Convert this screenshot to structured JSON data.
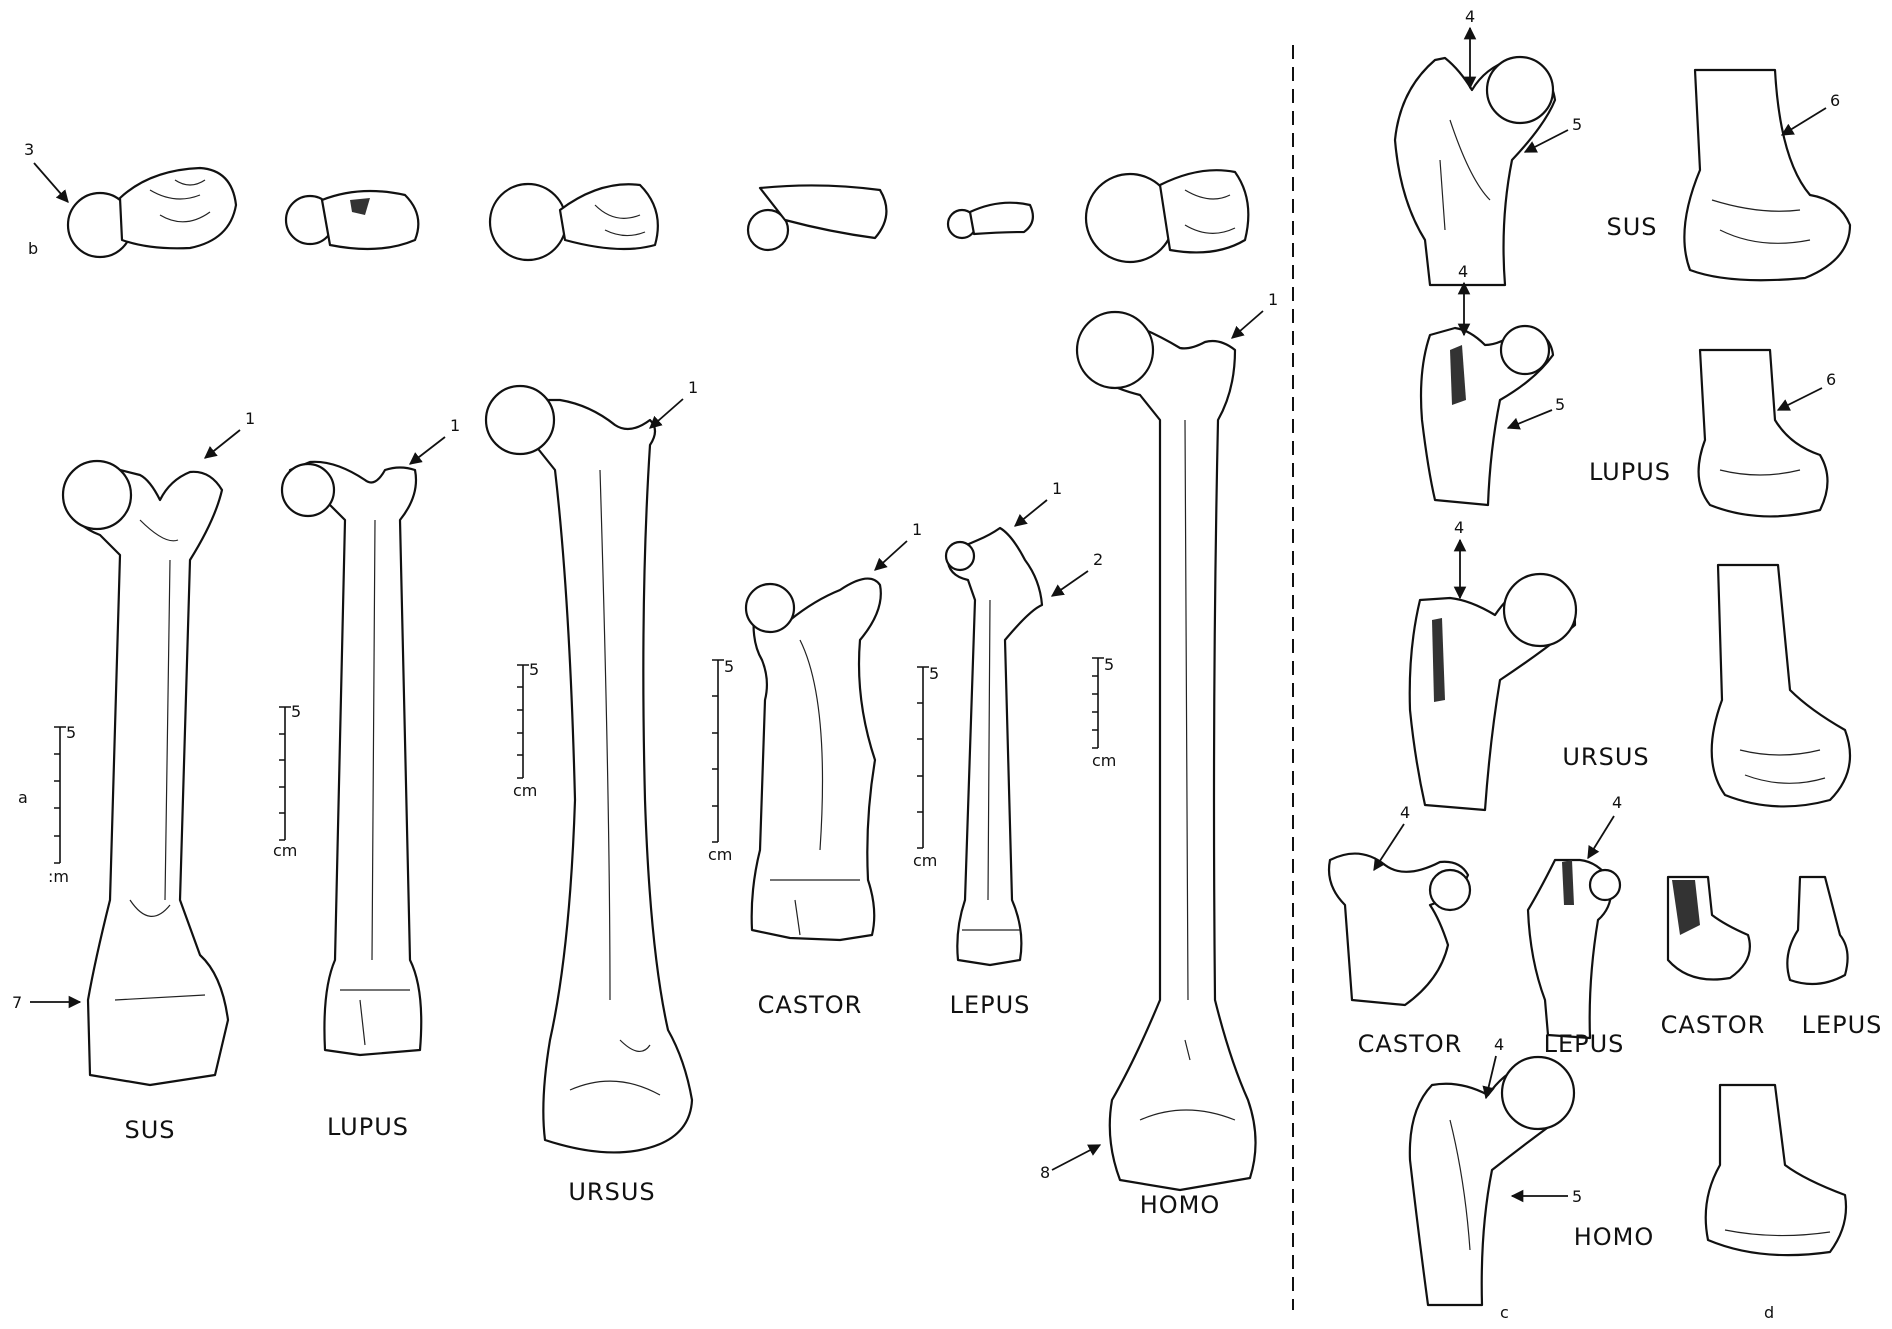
{
  "left_panel": {
    "row_labels": {
      "b": "b",
      "a": "a"
    },
    "femora": [
      {
        "key": "sus",
        "name": "SUS"
      },
      {
        "key": "lupus",
        "name": "LUPUS"
      },
      {
        "key": "ursus",
        "name": "URSUS"
      },
      {
        "key": "castor",
        "name": "CASTOR"
      },
      {
        "key": "lepus",
        "name": "LEPUS"
      },
      {
        "key": "homo",
        "name": "HOMO"
      }
    ],
    "scale_bar": {
      "tick_label": "5",
      "unit": "cm",
      "sus_unit_partial": ":m"
    },
    "callouts": [
      "1",
      "1",
      "1",
      "1",
      "1",
      "1",
      "2",
      "3",
      "7",
      "8"
    ]
  },
  "right_panel": {
    "column_labels": {
      "c": "c",
      "d": "d"
    },
    "labels": {
      "sus": "SUS",
      "lupus": "LUPUS",
      "ursus": "URSUS",
      "castor_c": "CASTOR",
      "lepus_c": "LEPUS",
      "castor_d": "CASTOR",
      "lepus_d": "LEPUS",
      "homo": "HOMO"
    },
    "callouts": [
      "4",
      "5",
      "6",
      "4",
      "5",
      "6",
      "4",
      "4",
      "4",
      "4",
      "5"
    ]
  }
}
